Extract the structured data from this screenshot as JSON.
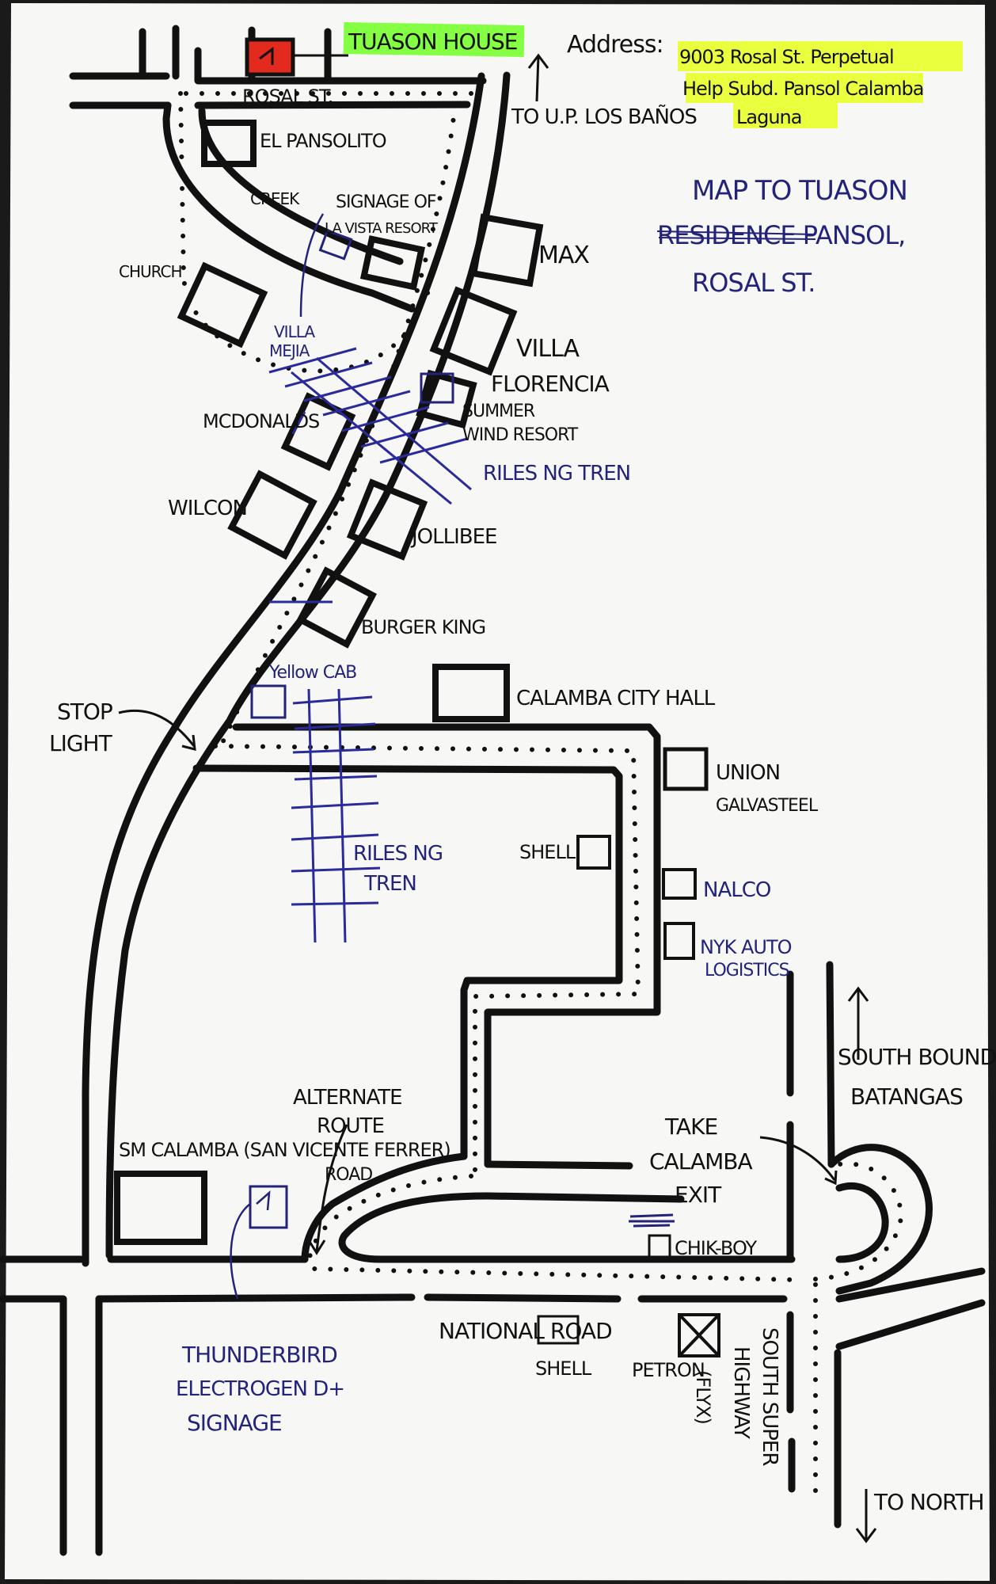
{
  "map": {
    "title_line1": "MAP TO TUASON",
    "title_line2": "RESIDENCE PANSOL,",
    "title_line3": "ROSAL ST.",
    "house_label": "TUASON HOUSE",
    "address_label": "Address:",
    "address_line1": "9003 Rosal St. Perpetual",
    "address_line2": "Help Subd. Pansol Calamba",
    "address_line3": "Laguna",
    "colors": {
      "highlight": "#7dff3a",
      "house": "#e32a1f",
      "pen_black": "#111111",
      "pen_blue": "#23237a",
      "paper": "#f7f7f5"
    }
  },
  "labels": {
    "rosal_st": "ROSAL ST.",
    "to_uplb": "TO U.P. LOS BAÑOS",
    "el_pansolito": "EL PANSOLITO",
    "creek": "CREEK",
    "signage1": "SIGNAGE OF",
    "signage2": "LA VISTA RESORT",
    "church": "CHURCH",
    "max": "MAX",
    "villa_mejia1": "VILLA",
    "villa_mejia2": "MEJIA",
    "villa_florencia1": "VILLA",
    "villa_florencia2": "FLORENCIA",
    "mcdonalds": "MCDONALDS",
    "summer1": "SUMMER",
    "summer2": "WIND RESORT",
    "riles_top": "RILES NG TREN",
    "wilcon": "WILCON",
    "jollibee": "JOLLIBEE",
    "burger_king": "BURGER KING",
    "yellow_cab": "Yellow CAB",
    "calamba_city_hall": "CALAMBA CITY HALL",
    "stop1": "STOP",
    "stop2": "LIGHT",
    "union1": "UNION",
    "union2": "GALVASTEEL",
    "shell_top": "SHELL",
    "riles_mid1": "RILES NG",
    "riles_mid2": "TREN",
    "nalco": "NALCO",
    "nyk1": "NYK AUTO",
    "nyk2": "LOGISTICS",
    "south1": "SOUTH BOUND",
    "south2": "BATANGAS",
    "alt1": "ALTERNATE",
    "alt2": "ROUTE",
    "sm1": "SM CALAMBA (SAN VICENTE FERRER)",
    "sm2": "ROAD",
    "take1": "TAKE",
    "take2": "CALAMBA",
    "take3": "EXIT",
    "chikboy": "CHIK-BOY",
    "thunderbird1": "THUNDERBIRD",
    "thunderbird2": "ELECTROGEN D+",
    "thunderbird3": "SIGNAGE",
    "national_road": "NATIONAL ROAD",
    "shell_bottom": "SHELL",
    "petron": "PETRON",
    "flyx": "(FLYX)",
    "slex1": "SOUTH SUPER",
    "slex2": "HIGHWAY",
    "to_north": "TO NORTH"
  }
}
